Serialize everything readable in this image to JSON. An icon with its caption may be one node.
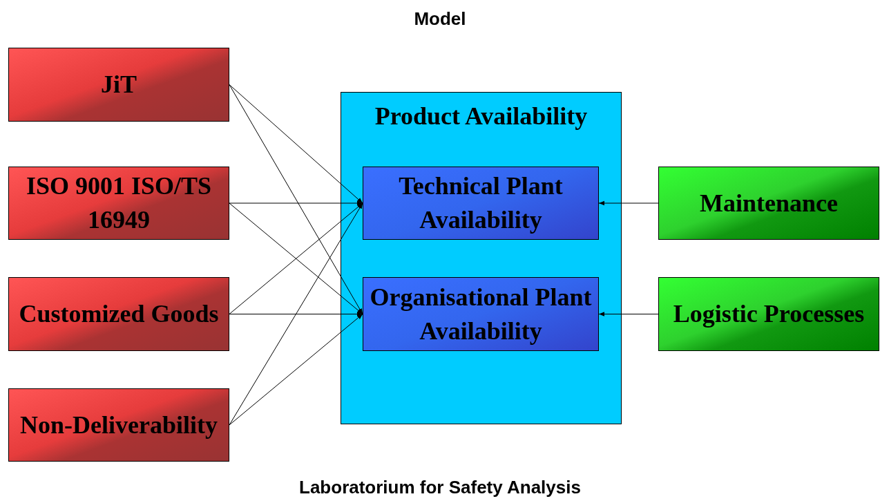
{
  "diagram": {
    "title": "Model",
    "caption": "Laboratorium for Safety Analysis",
    "nodes": [
      {
        "text": [
          "JiT"
        ]
      },
      {
        "text": [
          "ISO 9001 ISO/TS 16949"
        ]
      },
      {
        "text": [
          "Customized Goods"
        ]
      },
      {
        "text": [
          "Non-Deliverability"
        ]
      },
      {
        "text": [
          "Product Availability"
        ]
      },
      {
        "text": [
          "Technical Plant Availability"
        ],
        "in": 4
      },
      {
        "text": [
          "Organisational Plant Availability"
        ],
        "in": 4
      },
      {
        "text": [
          "Maintenance"
        ]
      },
      {
        "text": [
          "Logistic Processes"
        ]
      }
    ],
    "edges": [
      {
        "from": 0,
        "to": 5,
        "arrow": "to"
      },
      {
        "from": 0,
        "to": 6,
        "arrow": "to"
      },
      {
        "from": 1,
        "to": 5,
        "arrow": "to"
      },
      {
        "from": 1,
        "to": 6,
        "arrow": "to"
      },
      {
        "from": 2,
        "to": 5,
        "arrow": "to"
      },
      {
        "from": 2,
        "to": 6,
        "arrow": "to"
      },
      {
        "from": 3,
        "to": 5,
        "arrow": "to"
      },
      {
        "from": 3,
        "to": 6,
        "arrow": "to"
      },
      {
        "from": 7,
        "to": 5,
        "arrow": "to"
      },
      {
        "from": 8,
        "to": 6,
        "arrow": "to"
      }
    ]
  }
}
